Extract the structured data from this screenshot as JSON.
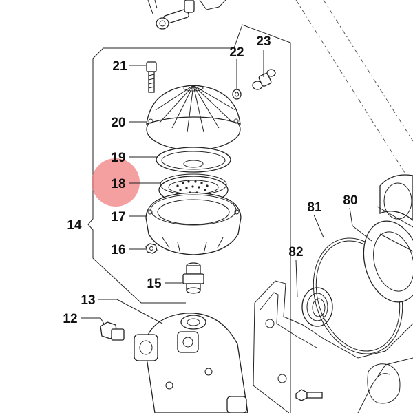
{
  "diagram": {
    "highlight_color": "#f08080",
    "labels": {
      "p12": "12",
      "p13": "13",
      "p14": "14",
      "p15": "15",
      "p16": "16",
      "p17": "17",
      "p18": "18",
      "p19": "19",
      "p20": "20",
      "p21": "21",
      "p22": "22",
      "p23": "23",
      "p80": "80",
      "p81": "81",
      "p82": "82"
    },
    "highlighted_part": "18"
  }
}
